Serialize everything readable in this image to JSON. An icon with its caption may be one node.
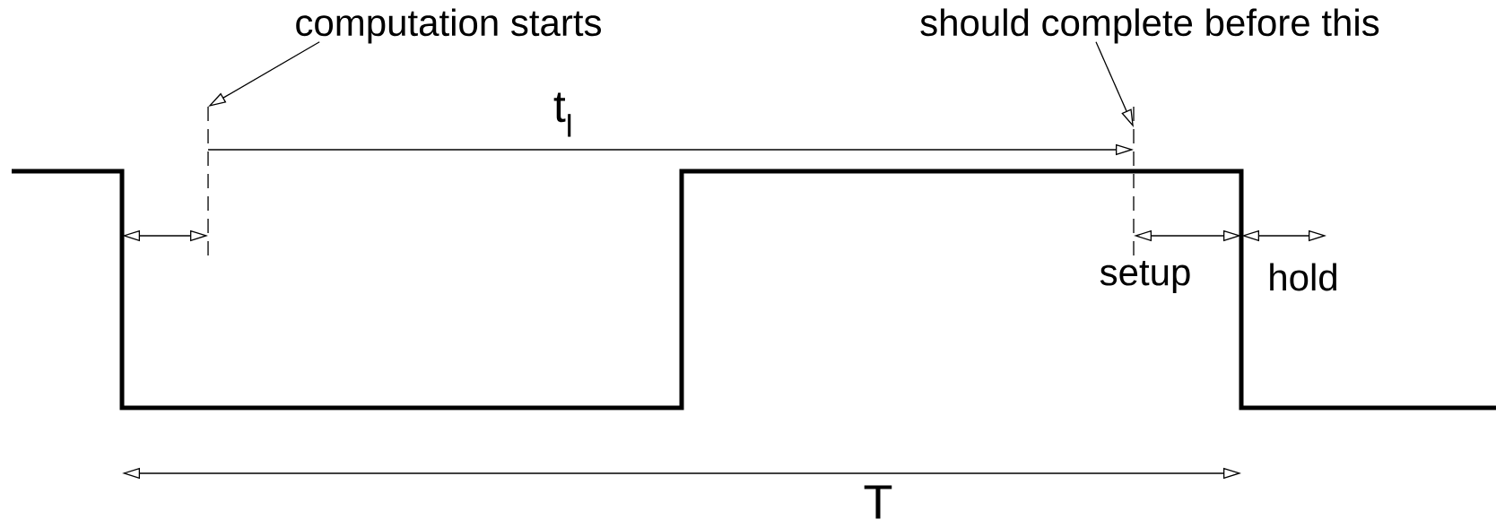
{
  "diagram": {
    "nodes": [
      {
        "text": [
          "computation starts"
        ]
      },
      {
        "text": [
          "should complete before this"
        ]
      }
    ],
    "edges": [
      {
        "from": 0,
        "to": null,
        "arrow": "to"
      },
      {
        "from": 1,
        "to": null,
        "arrow": "to"
      }
    ],
    "labels": [
      "t$_{l}$",
      "setup",
      "hold",
      "T"
    ]
  }
}
